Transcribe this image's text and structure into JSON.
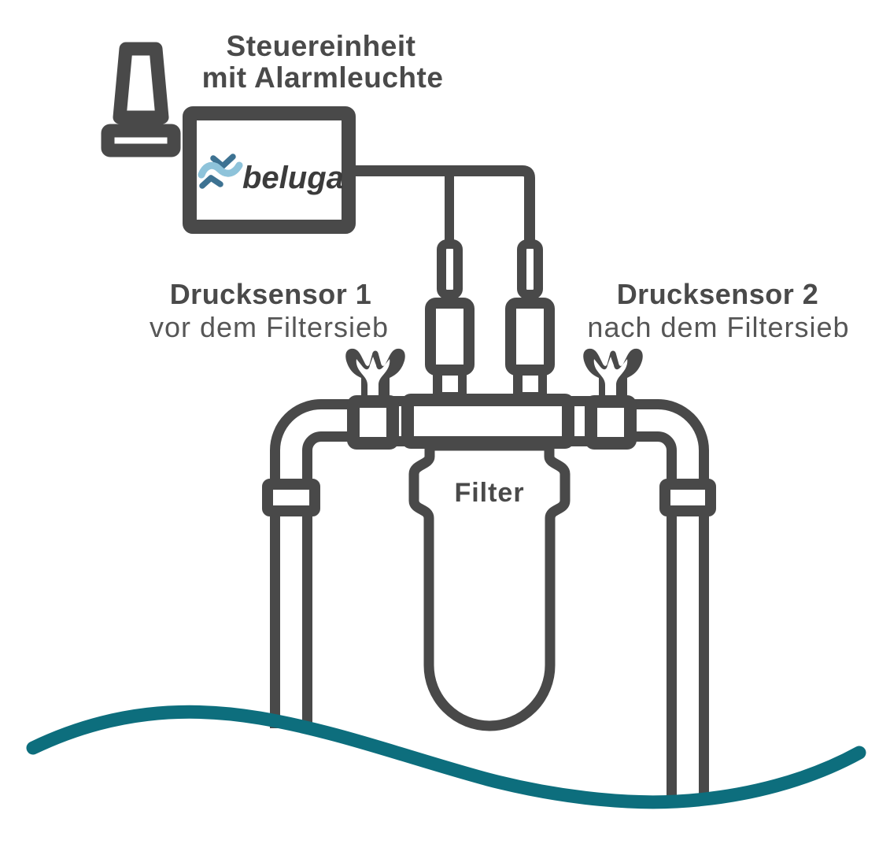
{
  "diagram": {
    "title_line1": "Steuereinheit",
    "title_line2": "mit Alarmleuchte",
    "logo_text": "beluga",
    "sensor1": {
      "label": "Drucksensor 1",
      "sublabel": "vor dem Filtersieb"
    },
    "sensor2": {
      "label": "Drucksensor 2",
      "sublabel": "nach dem Filtersieb"
    },
    "filter_label": "Filter",
    "colors": {
      "outline": "#494949",
      "label": "#4a4a4a",
      "sublabel": "#565656",
      "wave": "#0d6e7d",
      "logo_light": "#8ec3da",
      "logo_dark": "#3d7292",
      "logo_text": "#3b3b3b"
    }
  }
}
